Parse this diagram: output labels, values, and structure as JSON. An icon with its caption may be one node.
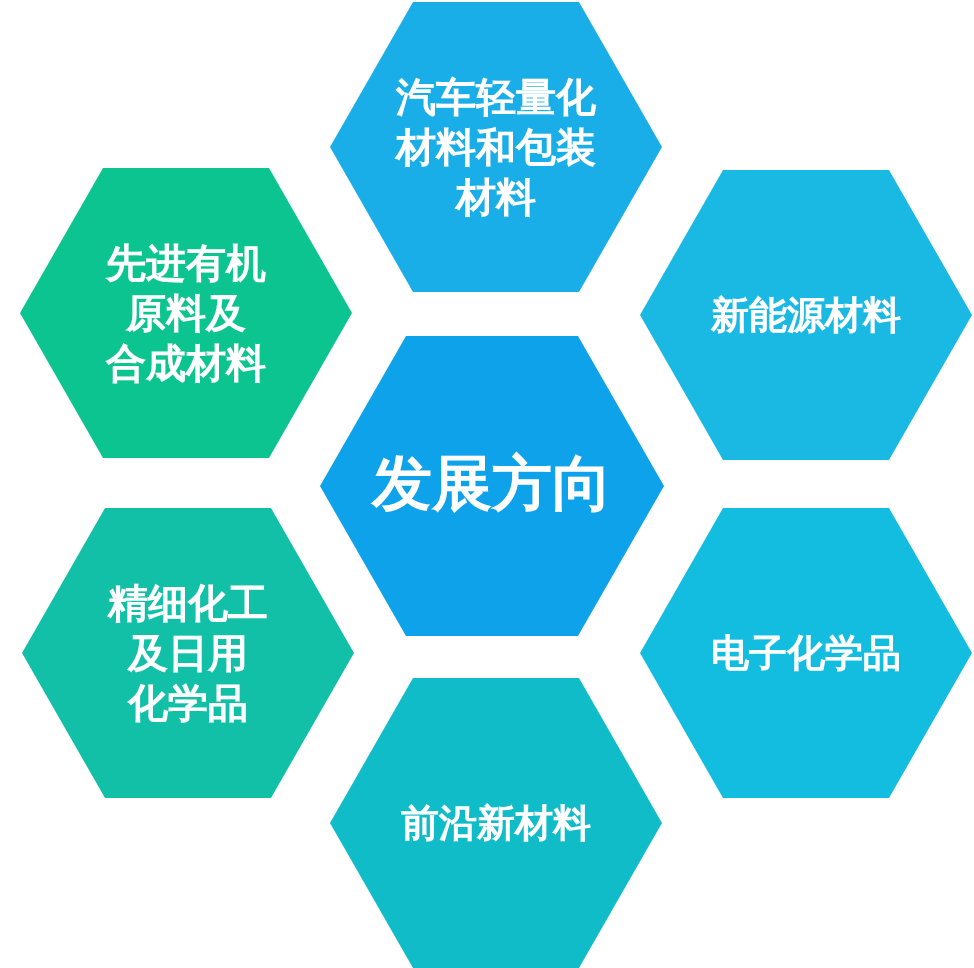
{
  "diagram": {
    "nodes": [
      {
        "text": [
          "汽车轻量化材料和包装材料"
        ]
      },
      {
        "text": [
          "先进有机原料及合成材料"
        ]
      },
      {
        "text": [
          "新能源材料"
        ]
      },
      {
        "text": [
          "发展方向"
        ]
      },
      {
        "text": [
          "精细化工及日用化学品"
        ]
      },
      {
        "text": [
          "电子化学品"
        ]
      },
      {
        "text": [
          "前沿新材料"
        ]
      }
    ]
  }
}
